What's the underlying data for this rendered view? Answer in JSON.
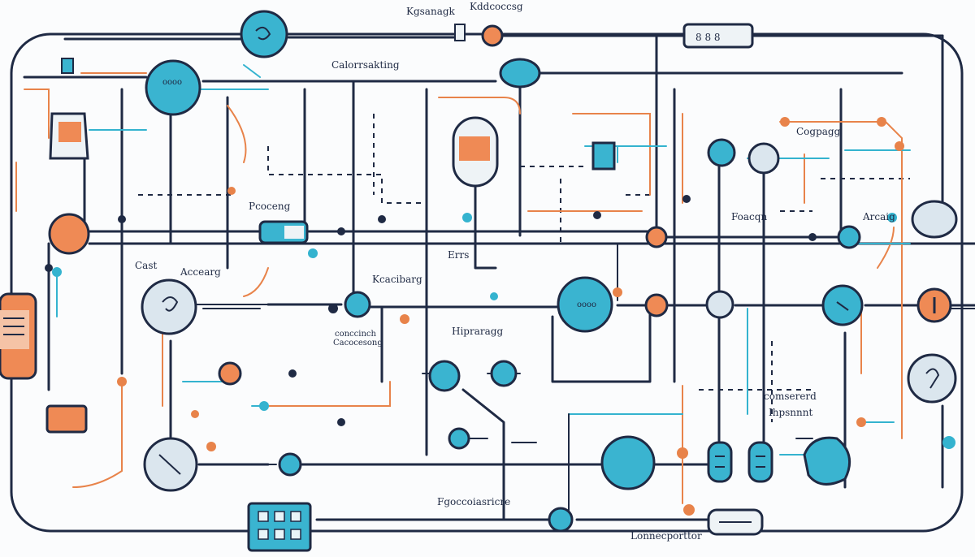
{
  "diagram": {
    "labels": {
      "top_left": "Kgsanagk",
      "top_right": "Kddcoccsg",
      "top_center": "Calorrsakting",
      "left_mid": "Cast",
      "left_mid2": "Accearg",
      "center_left": "Pcoceng",
      "center_mid": "Errs",
      "center": "Kcacibarg",
      "center_right": "Foacqn",
      "right_top": "Cogpagg",
      "right_mid": "Arcaig",
      "center_low": "Hipraragg",
      "lower_left_1": "conccinch",
      "lower_left_2": "Cacocesong",
      "lower_right_1": "comsererd",
      "lower_right_2": "Ihpsnnnt",
      "bottom_center": "Fgoccoiasricre",
      "bottom_right": "Lonnecporttor"
    },
    "display_digits": "8  8  8",
    "colors": {
      "wire": "#1f2a44",
      "teal": "#3ab4d0",
      "orange": "#ef8a55",
      "pale": "#dbe6ee"
    }
  }
}
